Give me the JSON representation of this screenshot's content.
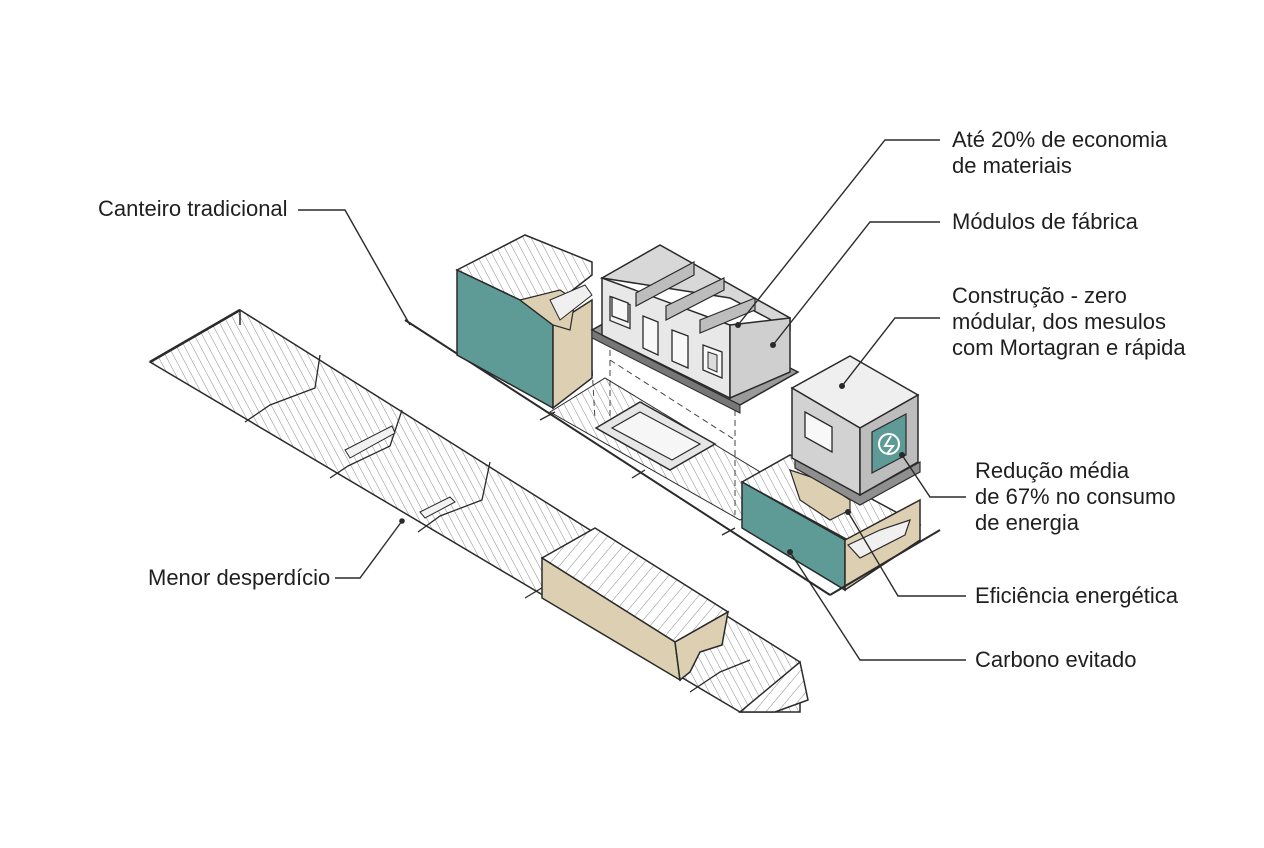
{
  "labels": {
    "canteiro": "Canteiro tradicional",
    "economia": "Até 20% de economia\nde materiais",
    "modulos": "Módulos de fábrica",
    "construcao": "Construção - zero\nmódular, dos mesulos\ncom Mortagran e rápida",
    "reducao": "Redução média\nde 67% no consumo\nde energia",
    "eficiencia": "Eficiência energética",
    "carbono": "Carbono evitado",
    "desperdicio": "Menor desperdício"
  },
  "colors": {
    "teal": "#5e9b96",
    "tan": "#ddd0b2",
    "concrete_light": "#ececec",
    "concrete_mid": "#cfcfcf",
    "concrete_dark": "#a9a9a9",
    "line": "#2a2a2a",
    "hatch": "#7a7a7a"
  },
  "icons": {
    "energy_badge": "recycle-lightning-icon"
  }
}
